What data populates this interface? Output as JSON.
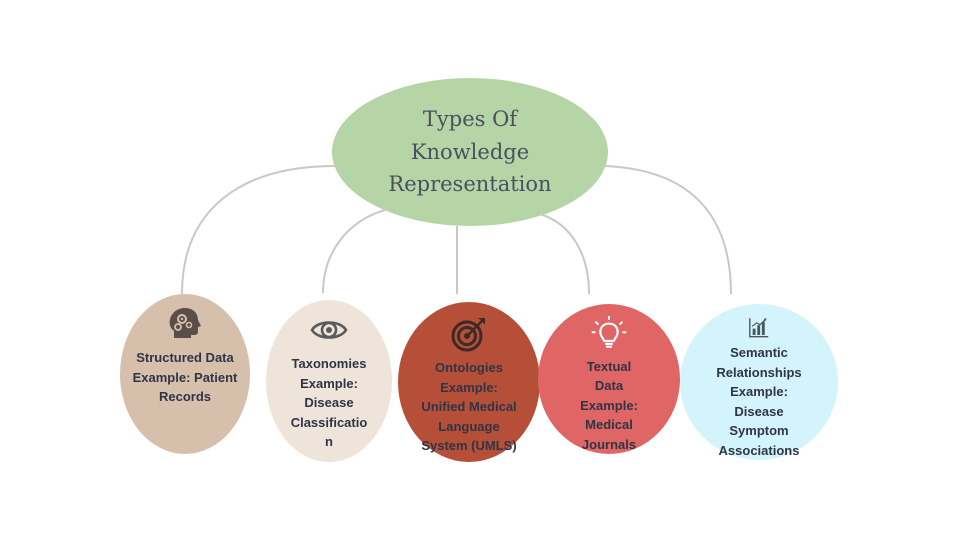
{
  "center": {
    "title": "Types  Of\nKnowledge\nRepresentation",
    "color": "#b5d5a6"
  },
  "nodes": [
    {
      "label": "Structured Data\nExample: Patient\nRecords",
      "icon": "head-gears-icon",
      "color": "#d6c0ac"
    },
    {
      "label": "Taxonomies\nExample:\nDisease\nClassificatio\nn",
      "icon": "eye-icon",
      "color": "#efe4d9"
    },
    {
      "label": "Ontologies\nExample:\nUnified Medical\nLanguage\nSystem (UMLS)",
      "icon": "target-icon",
      "color": "#b64f38"
    },
    {
      "label": "Textual\nData\nExample:\nMedical\nJournals",
      "icon": "lightbulb-icon",
      "color": "#e06565"
    },
    {
      "label": "Semantic\nRelationships\nExample:\nDisease\nSymptom\nAssociations",
      "icon": "bar-chart-icon",
      "color": "#d3f4fb"
    }
  ],
  "connector_color": "#c8c8c8"
}
